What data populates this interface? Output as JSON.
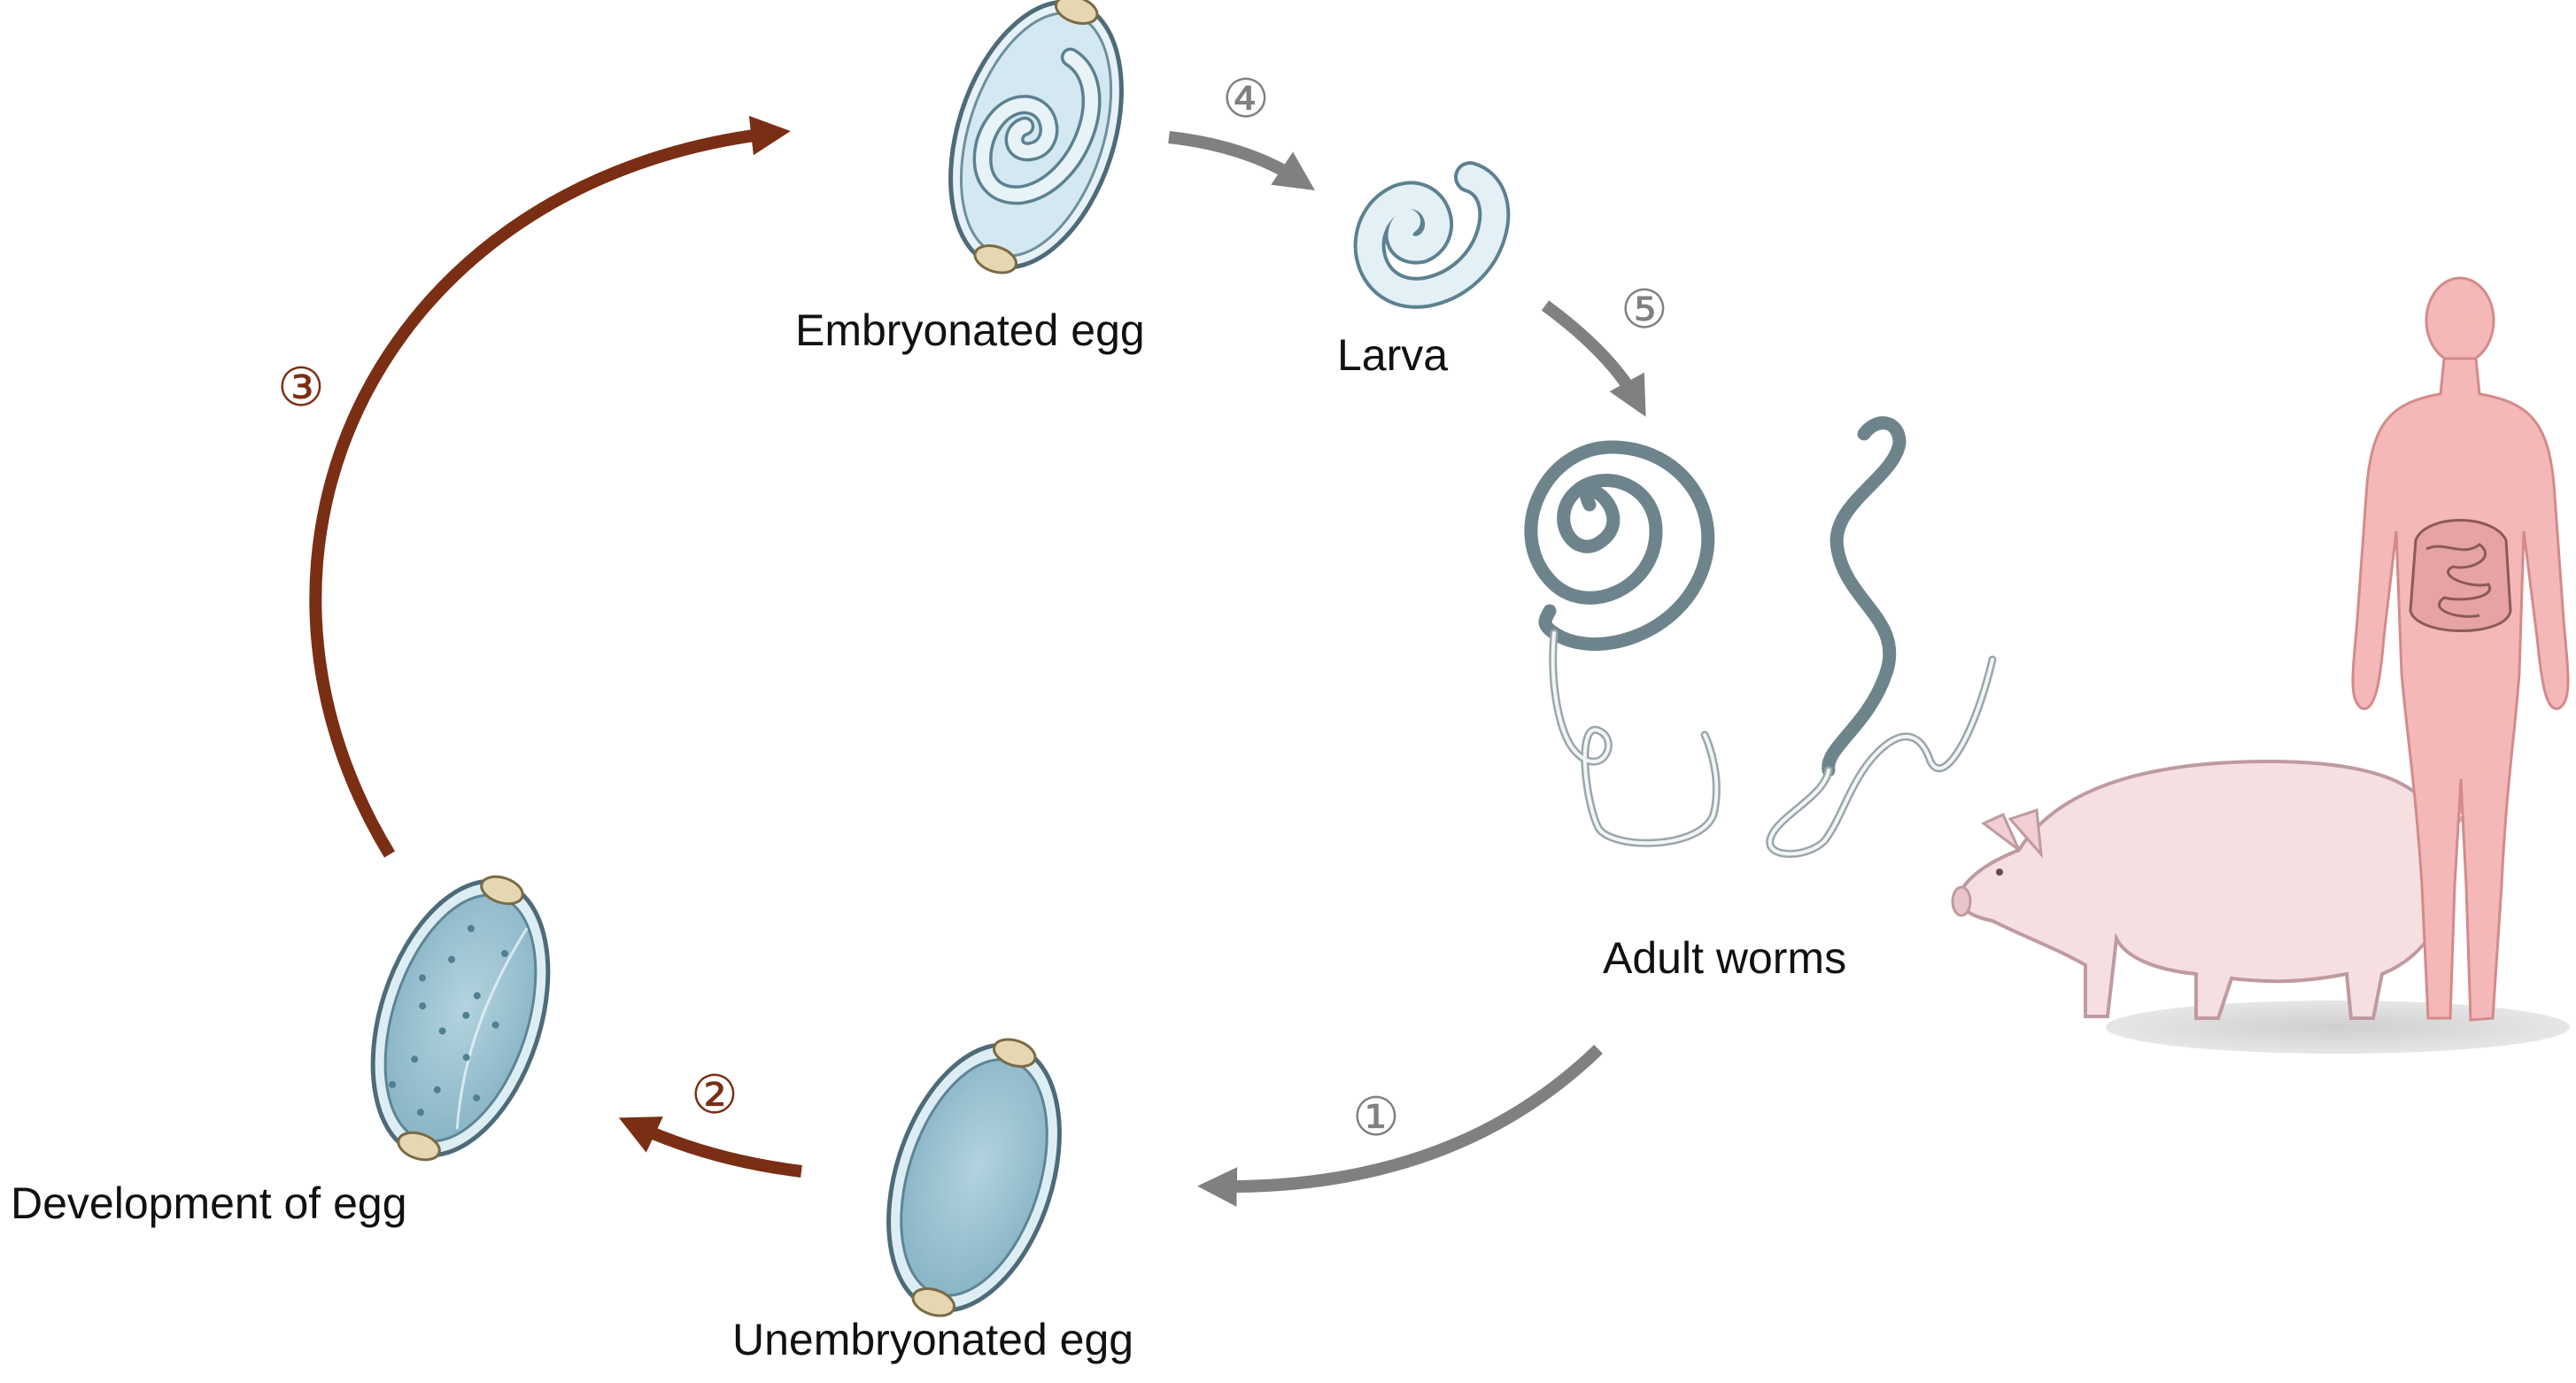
{
  "labels": {
    "embryonated_egg": "Embryonated egg",
    "larva": "Larva",
    "adult_worms": "Adult worms",
    "unembryonated_egg": "Unembryonated egg",
    "development_of_egg": "Development of egg"
  },
  "steps": {
    "step1": "①",
    "step2": "②",
    "step3": "③",
    "step4": "④",
    "step5": "⑤"
  },
  "colors": {
    "host_arrow": "#808080",
    "environment_arrow": "#7a2e14",
    "egg_shell": "#dceef4",
    "egg_fill": "#9cc3d2",
    "plug": "#e5d7b2",
    "worm": "#a7b2b7",
    "pig": "#f6dfe1",
    "human": "#f4b8b8",
    "shadow": "#d9d9d9"
  },
  "icons": [
    "unembryonated-egg-icon",
    "developing-egg-icon",
    "embryonated-egg-icon",
    "larva-icon",
    "adult-worms-icon",
    "pig-icon",
    "human-icon"
  ]
}
